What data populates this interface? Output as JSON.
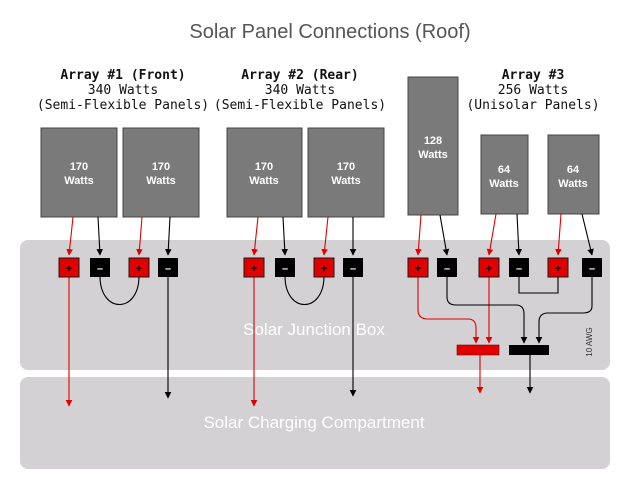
{
  "title": "Solar Panel Connections (Roof)",
  "colors": {
    "panel": "#7a7a7a",
    "zone": "#d3d1d3",
    "positive": "#e00000",
    "negative": "#000000",
    "title_text": "#555555"
  },
  "arrays": [
    {
      "heading": "Array #1 (Front)",
      "watts": "340 Watts",
      "type": "(Semi-Flexible Panels)"
    },
    {
      "heading": "Array #2 (Rear)",
      "watts": "340 Watts",
      "type": "(Semi-Flexible Panels)"
    },
    {
      "heading": "Array #3",
      "watts": "256 Watts",
      "type": "(Unisolar Panels)"
    }
  ],
  "panels": [
    {
      "value": "170",
      "unit": "Watts"
    },
    {
      "value": "170",
      "unit": "Watts"
    },
    {
      "value": "170",
      "unit": "Watts"
    },
    {
      "value": "170",
      "unit": "Watts"
    },
    {
      "value": "128",
      "unit": "Watts"
    },
    {
      "value": "64",
      "unit": "Watts"
    },
    {
      "value": "64",
      "unit": "Watts"
    }
  ],
  "terminals": {
    "positive": "+",
    "negative": "–"
  },
  "junction_box": {
    "label": "Solar Junction Box",
    "wire_gauge": "10 AWG"
  },
  "charging_compartment": {
    "label": "Solar Charging Compartment"
  }
}
